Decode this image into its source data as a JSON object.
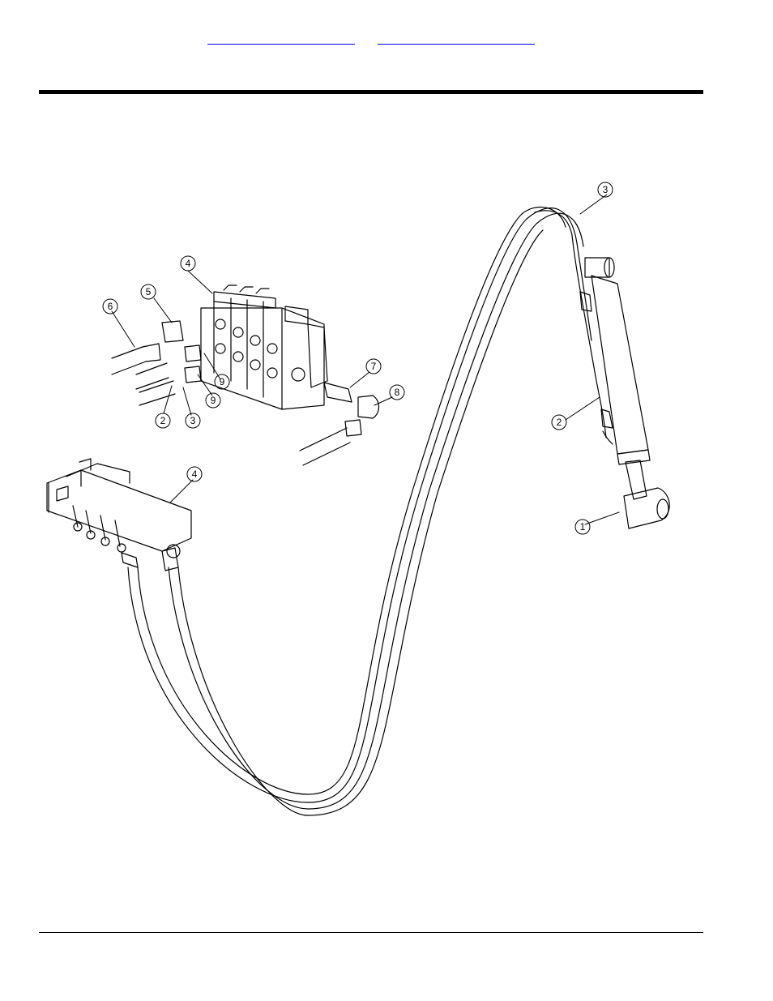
{
  "header": {
    "link_a": "",
    "link_b": ""
  },
  "callouts": [
    {
      "id": "c1",
      "label": "1"
    },
    {
      "id": "c2a",
      "label": "2"
    },
    {
      "id": "c2b",
      "label": "2"
    },
    {
      "id": "c3a",
      "label": "3"
    },
    {
      "id": "c3b",
      "label": "3"
    },
    {
      "id": "c4a",
      "label": "4"
    },
    {
      "id": "c4b",
      "label": "4"
    },
    {
      "id": "c5",
      "label": "5"
    },
    {
      "id": "c6",
      "label": "6"
    },
    {
      "id": "c7",
      "label": "7"
    },
    {
      "id": "c8",
      "label": "8"
    },
    {
      "id": "c9a",
      "label": "9"
    },
    {
      "id": "c9b",
      "label": "9"
    }
  ]
}
